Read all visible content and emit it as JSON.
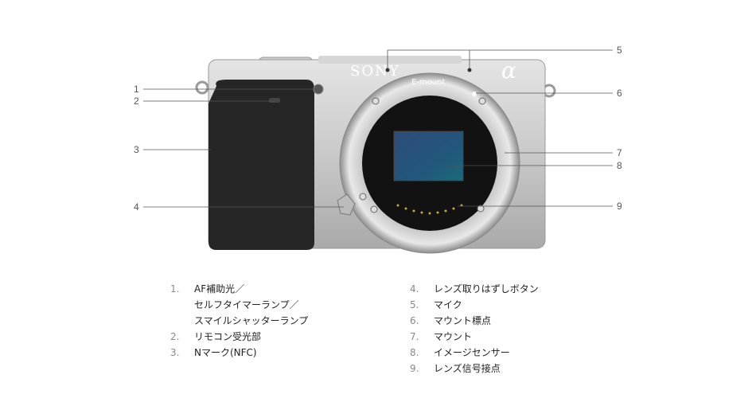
{
  "diagram": {
    "brand_text": "SONY",
    "mount_text": "E-mount",
    "alpha_text": "α",
    "callout_numbers": [
      "1",
      "2",
      "3",
      "4",
      "5",
      "6",
      "7",
      "8",
      "9"
    ]
  },
  "legend_left": [
    {
      "num": "1.",
      "lines": [
        "AF補助光／",
        "セルフタイマーランプ／",
        "スマイルシャッターランプ"
      ]
    },
    {
      "num": "2.",
      "lines": [
        "リモコン受光部"
      ]
    },
    {
      "num": "3.",
      "lines": [
        "Nマーク(NFC)"
      ]
    }
  ],
  "legend_right": [
    {
      "num": "4.",
      "lines": [
        "レンズ取りはずしボタン"
      ]
    },
    {
      "num": "5.",
      "lines": [
        "マイク"
      ]
    },
    {
      "num": "6.",
      "lines": [
        "マウント標点"
      ]
    },
    {
      "num": "7.",
      "lines": [
        "マウント"
      ]
    },
    {
      "num": "8.",
      "lines": [
        "イメージセンサー"
      ]
    },
    {
      "num": "9.",
      "lines": [
        "レンズ信号接点"
      ]
    }
  ]
}
